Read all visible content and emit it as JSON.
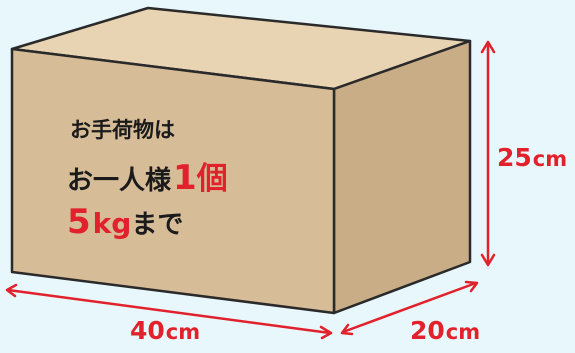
{
  "box_text": {
    "line1": "お手荷物は",
    "line2_prefix": "お一人様",
    "line2_count": "1",
    "line2_unit": "個",
    "line3_weight": "5",
    "line3_unit": "kg",
    "line3_suffix": "まで"
  },
  "dimensions": {
    "height_value": "25",
    "height_unit": "cm",
    "width_value": "40",
    "width_unit": "cm",
    "depth_value": "20",
    "depth_unit": "cm"
  },
  "colors": {
    "background": "#e8f7fb",
    "box_front": "#d6bd98",
    "box_top": "#e8d3b2",
    "box_side": "#c9ad86",
    "outline": "#2a2a2a",
    "accent": "#e1212b"
  }
}
